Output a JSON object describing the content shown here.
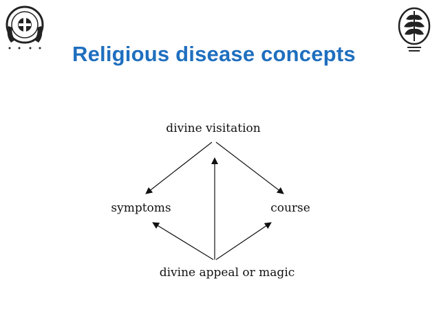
{
  "slide": {
    "title": "Religious disease concepts"
  },
  "diagram": {
    "nodes": {
      "top": "divine visitation",
      "left": "symptoms",
      "right": "course",
      "bottom": "divine appeal or magic"
    }
  },
  "colors": {
    "title": "#1f6fbf",
    "diagram_ink": "#111111"
  },
  "icons": {
    "left_logo": "institute-emblem-icon",
    "right_logo": "wheat-emblem-icon"
  }
}
